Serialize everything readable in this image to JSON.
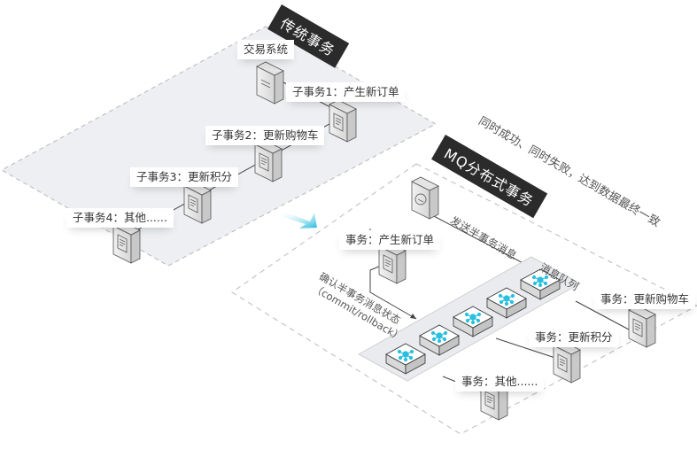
{
  "traditional": {
    "title": "传统事务",
    "system_label": "交易系统",
    "subtasks": [
      "子事务1：产生新订单",
      "子事务2：更新购物车",
      "子事务3：更新积分",
      "子事务4：其他......"
    ]
  },
  "mq": {
    "title": "MQ分布式事务",
    "slogan": "同时成功、同时失败，达到数据最终一致",
    "send_label": "发送半事务消息",
    "confirm_label_line1": "确认半事务消息状态",
    "confirm_label_line2": "（commit/rollback）",
    "queue_label": "消息队列",
    "producer_label": "事务：产生新订单",
    "consumers": [
      "事务：更新购物车",
      "事务：更新积分",
      "事务：其他......"
    ]
  },
  "icons": {
    "server": "server-document-icon",
    "mq_server": "mq-server-icon",
    "queue_message": "network-node-icon",
    "arrow": "transition-arrow-icon"
  },
  "colors": {
    "accent": "#29c0e0",
    "tag_bg": "#2b2b2b",
    "plane_fill": "#eef0f3",
    "dashed": "#b0b0b0"
  }
}
